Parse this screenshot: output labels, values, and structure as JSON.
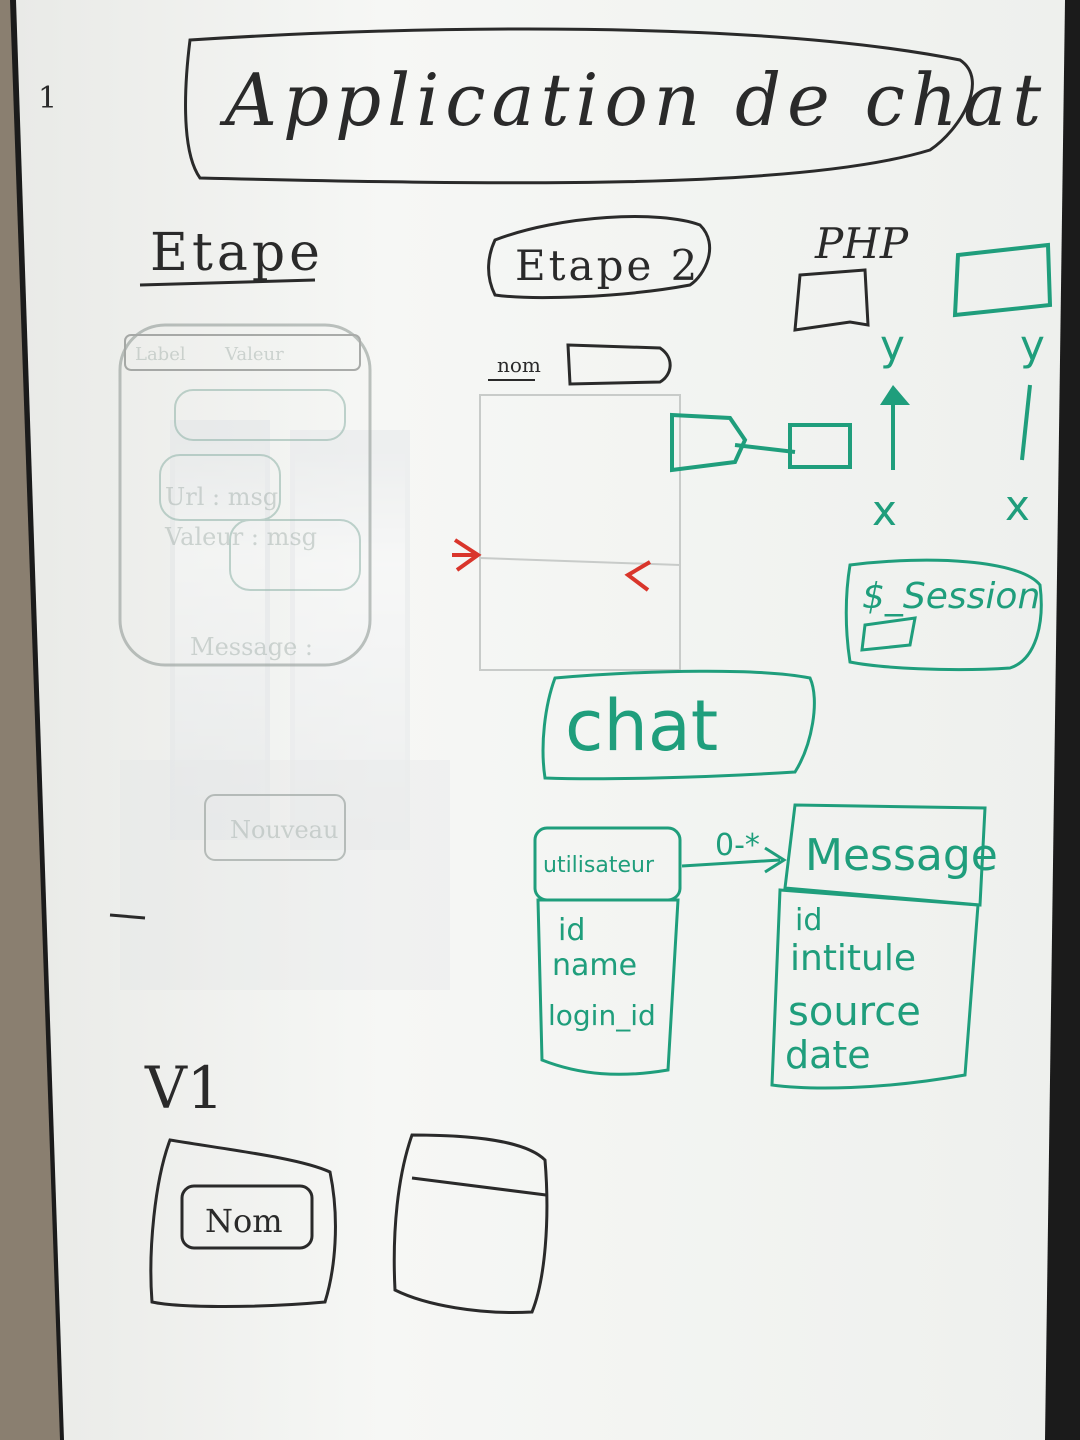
{
  "board": {
    "title": "Application de chat",
    "margin_mark": "1",
    "colors": {
      "board": "#f3f4f2",
      "frame": "#1b1b1b",
      "marker_black": "#2a2a2a",
      "marker_green": "#1f9e7c",
      "marker_red": "#d9352b",
      "wall": "#8a7f70"
    }
  },
  "etape1": {
    "heading": "Etape",
    "field_labels": [
      "Label",
      "Valeur"
    ],
    "inputs": [
      "Url : msg",
      "Valeur : msg"
    ],
    "message_label": "Message :",
    "button_label": "Nouveau"
  },
  "etape2": {
    "heading": "Etape 2",
    "name_label": "nom"
  },
  "php": {
    "heading": "PHP",
    "axis_y": [
      "y",
      "y"
    ],
    "axis_x": [
      "x",
      "x"
    ],
    "session_label": "$_Session"
  },
  "chat_model": {
    "title": "chat",
    "entity_user": {
      "name": "utilisateur",
      "fields": [
        "id",
        "name",
        "login_id"
      ]
    },
    "relation_label": "0-*",
    "entity_message": {
      "name": "Message",
      "fields": [
        "id",
        "intitule",
        "source",
        "date"
      ]
    }
  },
  "v1": {
    "heading": "V1",
    "button_label": "Nom"
  }
}
